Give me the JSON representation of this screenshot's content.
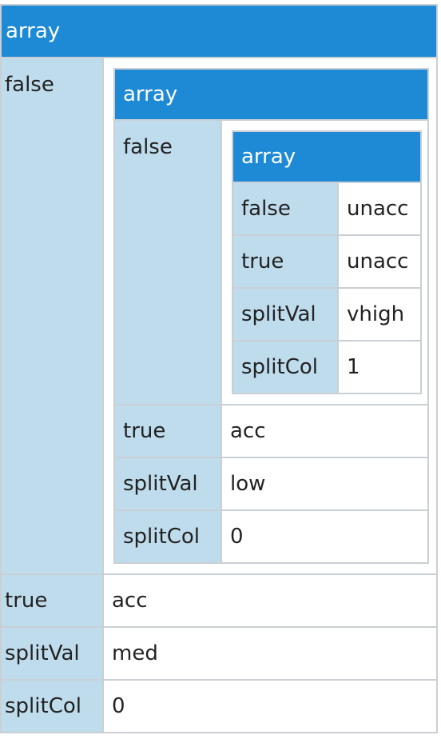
{
  "root": {
    "title": "array",
    "false_key": "false",
    "true_key": "true",
    "true_val": "acc",
    "splitVal_key": "splitVal",
    "splitVal_val": "med",
    "splitCol_key": "splitCol",
    "splitCol_val": "0",
    "level2": {
      "title": "array",
      "false_key": "false",
      "true_key": "true",
      "true_val": "acc",
      "splitVal_key": "splitVal",
      "splitVal_val": "low",
      "splitCol_key": "splitCol",
      "splitCol_val": "0",
      "level3": {
        "title": "array",
        "false_key": "false",
        "false_val": "unacc",
        "true_key": "true",
        "true_val": "unacc",
        "splitVal_key": "splitVal",
        "splitVal_val": "vhigh",
        "splitCol_key": "splitCol",
        "splitCol_val": "1"
      }
    }
  },
  "colors": {
    "header": "#1e8ad6",
    "key_cell": "#bfdced",
    "border": "#c9cfd4"
  }
}
